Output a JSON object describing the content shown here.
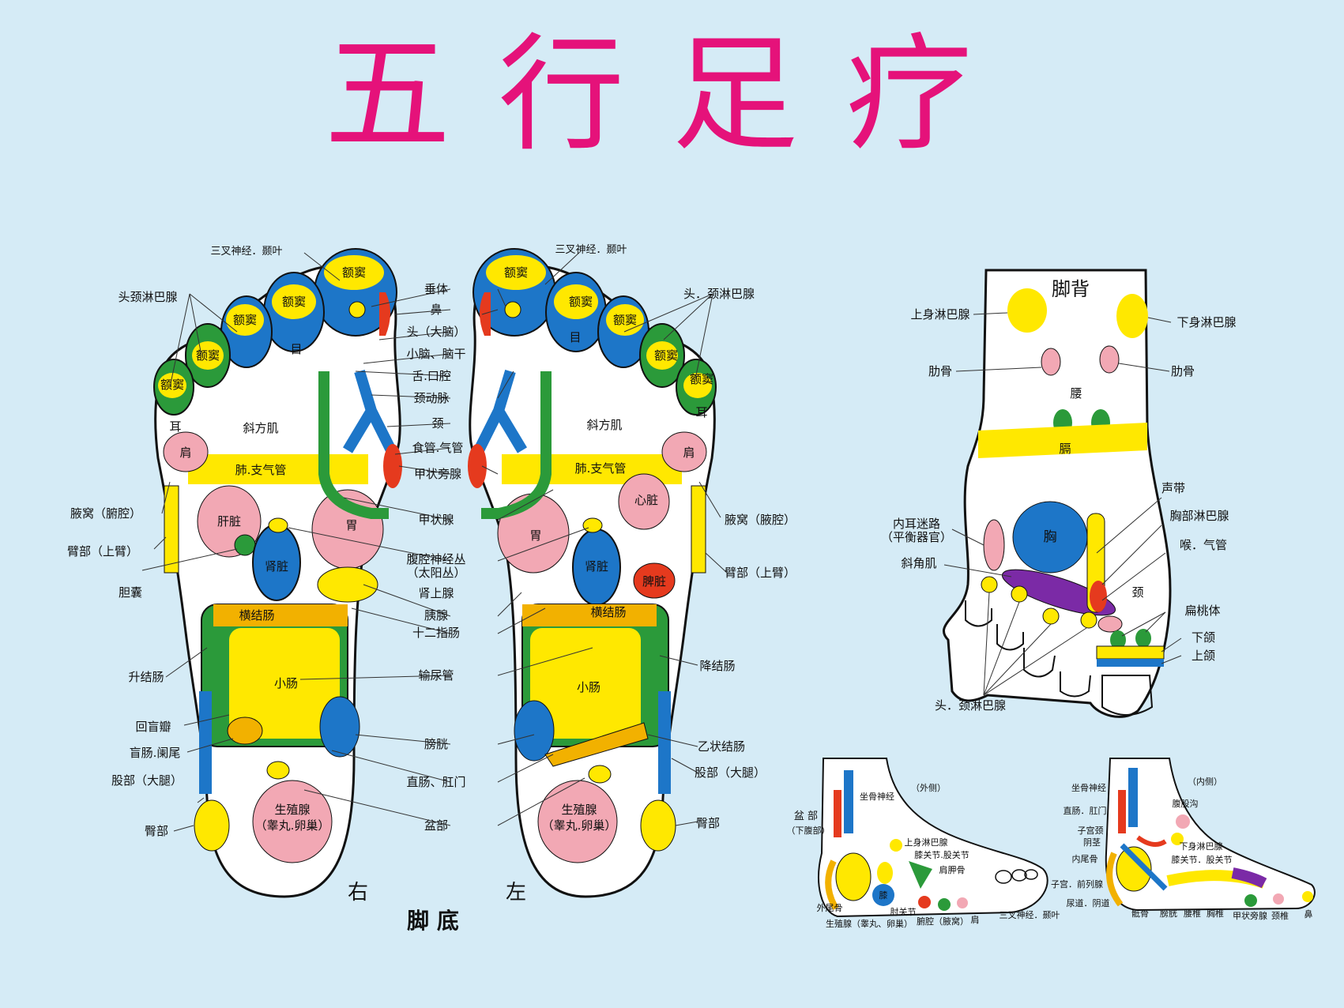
{
  "title": "五行足疗",
  "colors": {
    "bg": "#d5ebf6",
    "title": "#e5127a",
    "yellow": "#ffe800",
    "blue": "#1d76c8",
    "green": "#2b9a3a",
    "pink": "#f2a8b4",
    "red": "#e53a1e",
    "purple": "#7b2aa6",
    "orange": "#f2b100"
  },
  "sole": {
    "caption": "脚 底",
    "right": "右",
    "left": "左",
    "inner": {
      "frontal_sinus": "额窦",
      "eye": "目",
      "ear": "耳",
      "trapezius": "斜方肌",
      "shoulder": "肩",
      "lung_bronchi": "肺.支气管",
      "liver": "肝脏",
      "heart": "心脏",
      "stomach": "胃",
      "kidney": "肾脏",
      "spleen": "脾脏",
      "transverse_colon": "横结肠",
      "small_intestine": "小肠",
      "gonad": "生殖腺",
      "gonad_sub": "（睾丸.卵巢）"
    },
    "center_labels": [
      "垂体",
      "鼻",
      "头（大脑）",
      "小脑、脑干",
      "舌.口腔",
      "颈动脉",
      "颈",
      "食管.气管",
      "甲状旁腺",
      "甲状腺",
      "腹腔神经丛",
      "（太阳丛）",
      "肾上腺",
      "胰腺",
      "十二指肠",
      "输尿管",
      "膀胱",
      "直肠、肛门",
      "盆部"
    ],
    "left_side_labels": [
      "三叉神经．颞叶",
      "头颈淋巴腺",
      "腋窝（腑腔）",
      "臂部（上臂）",
      "胆囊",
      "升结肠",
      "回盲瓣",
      "盲肠.阑尾",
      "股部（大腿）",
      "臀部"
    ],
    "right_side_labels": [
      "三叉神经．颞叶",
      "头．颈淋巴腺",
      "腋窝（腋腔）",
      "臂部（上臂）",
      "降结肠",
      "乙状结肠",
      "股部（大腿）",
      "臀部"
    ]
  },
  "dorsum": {
    "title": "脚背",
    "upper_lymph": "上身淋巴腺",
    "lower_lymph": "下身淋巴腺",
    "rib_left": "肋骨",
    "rib_right": "肋骨",
    "waist": "腰",
    "diaphragm": "膈",
    "inner_ear": "内耳迷路",
    "inner_ear_sub": "（平衡器官）",
    "oblique": "斜角肌",
    "chest": "胸",
    "vocal_cord": "声带",
    "chest_lymph": "胸部淋巴腺",
    "throat": "喉．气管",
    "neck": "颈",
    "tonsil": "扁桃体",
    "mandible": "下颌",
    "maxilla": "上颌",
    "head_neck_lymph": "头．颈淋巴腺"
  },
  "outer_side": {
    "tag": "（外侧）",
    "sciatic": "坐骨神经",
    "pelvis": "盆 部",
    "pelvis_sub": "（下腹部）",
    "upper_lymph": "上身淋巴腺",
    "knee": "膝",
    "knee_hip": "膝关节.股关节",
    "scapula": "肩胛骨",
    "coccyx": "外尾骨",
    "elbow": "肘关节",
    "gonad": "生殖腺（睾丸、卵巢）",
    "armpit": "腑腔（腋窝）",
    "shoulder": "肩",
    "trigeminal": "三叉神经．颞叶"
  },
  "inner_side": {
    "tag": "（内侧）",
    "sciatic": "坐骨神经",
    "groin": "腹股沟",
    "rectum": "直肠．肛门",
    "cervix": "子宫颈",
    "penis": "阴茎",
    "lower_lymph": "下身淋巴腺",
    "knee_hip": "膝关节．股关节",
    "coccyx": "内尾骨",
    "uterus": "子宫．前列腺",
    "urethra": "尿道．阴道",
    "sacrum": "骶骨",
    "bladder": "膀胱",
    "lumbar": "腰椎",
    "thoracic": "胸椎",
    "parathyroid": "甲状旁腺",
    "cervical": "颈椎",
    "nose": "鼻"
  }
}
